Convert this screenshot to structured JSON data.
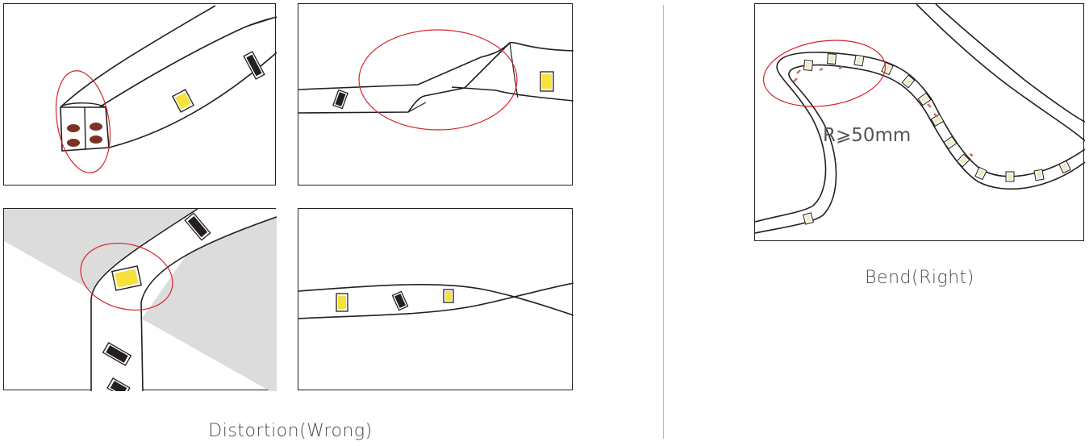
{
  "figure": {
    "wrong_caption": "Distortion(Wrong)",
    "right_caption": "Bend(Right)",
    "radius_label": "R⩾50mm"
  },
  "colors": {
    "outline": "#231f20",
    "highlight_circle": "#d6242a",
    "led_yellow": "#f7e23b",
    "solder_pad": "#7a3222",
    "shadow": "#dcdcdc"
  }
}
